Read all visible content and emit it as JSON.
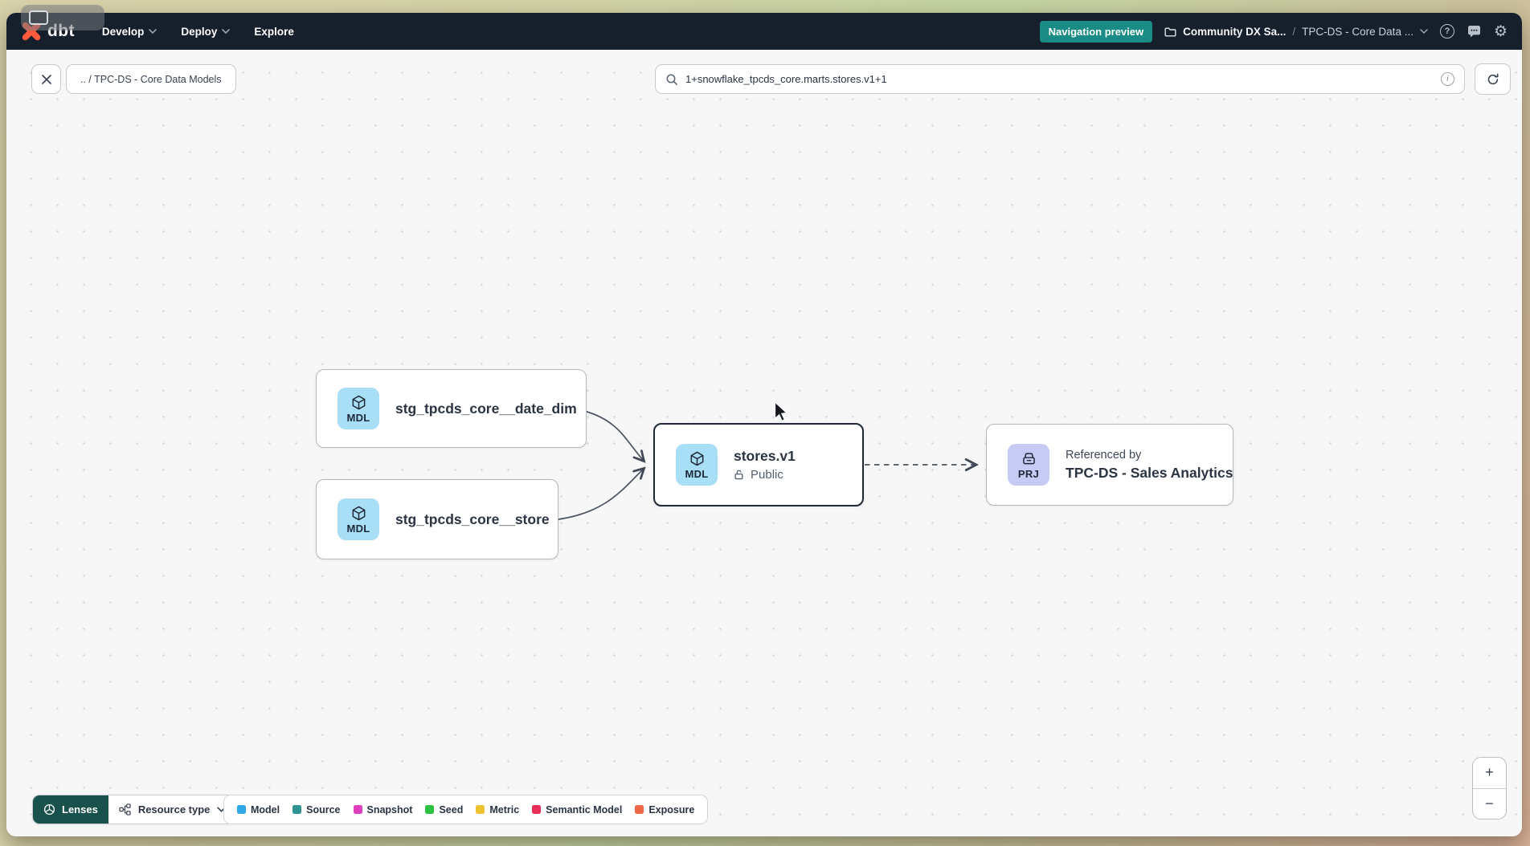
{
  "header": {
    "logo": "dbt",
    "nav_items": [
      {
        "label": "Develop"
      },
      {
        "label": "Deploy"
      },
      {
        "label": "Explore"
      }
    ],
    "preview_badge": "Navigation preview",
    "account": "Community DX Sa...",
    "breadcrumb_separator": "/",
    "project": "TPC-DS - Core Data ...",
    "help_glyph": "?",
    "gear_glyph": "⚙"
  },
  "toolbar": {
    "path_chip": ".. / TPC-DS - Core Data Models",
    "search_value": "1+snowflake_tpcds_core.marts.stores.v1+1",
    "info_glyph": "i"
  },
  "graph": {
    "nodes": [
      {
        "badge": "MDL",
        "label": "stg_tpcds_core__date_dim"
      },
      {
        "badge": "MDL",
        "label": "stg_tpcds_core__store"
      },
      {
        "badge": "MDL",
        "label": "stores.v1",
        "access": "Public"
      },
      {
        "badge": "PRJ",
        "overline": "Referenced by",
        "label": "TPC-DS - Sales Analytics"
      }
    ]
  },
  "footer": {
    "lenses": "Lenses",
    "resource_type": "Resource type",
    "legend": [
      {
        "label": "Model",
        "color": "#2fa8e5"
      },
      {
        "label": "Source",
        "color": "#2f9393"
      },
      {
        "label": "Snapshot",
        "color": "#df3ebf"
      },
      {
        "label": "Seed",
        "color": "#2cc242"
      },
      {
        "label": "Metric",
        "color": "#edc32f"
      },
      {
        "label": "Semantic Model",
        "color": "#e72e56"
      },
      {
        "label": "Exposure",
        "color": "#ef6848"
      }
    ]
  },
  "zoom_controls": {
    "zoom_in": "+",
    "zoom_out": "−"
  },
  "colors": {
    "accent_teal": "#1b8c85",
    "header_bg": "#161f2c",
    "model_badge_bg": "#a9def7",
    "project_badge_bg": "#c6caf4",
    "selected_border": "#1f2937"
  }
}
